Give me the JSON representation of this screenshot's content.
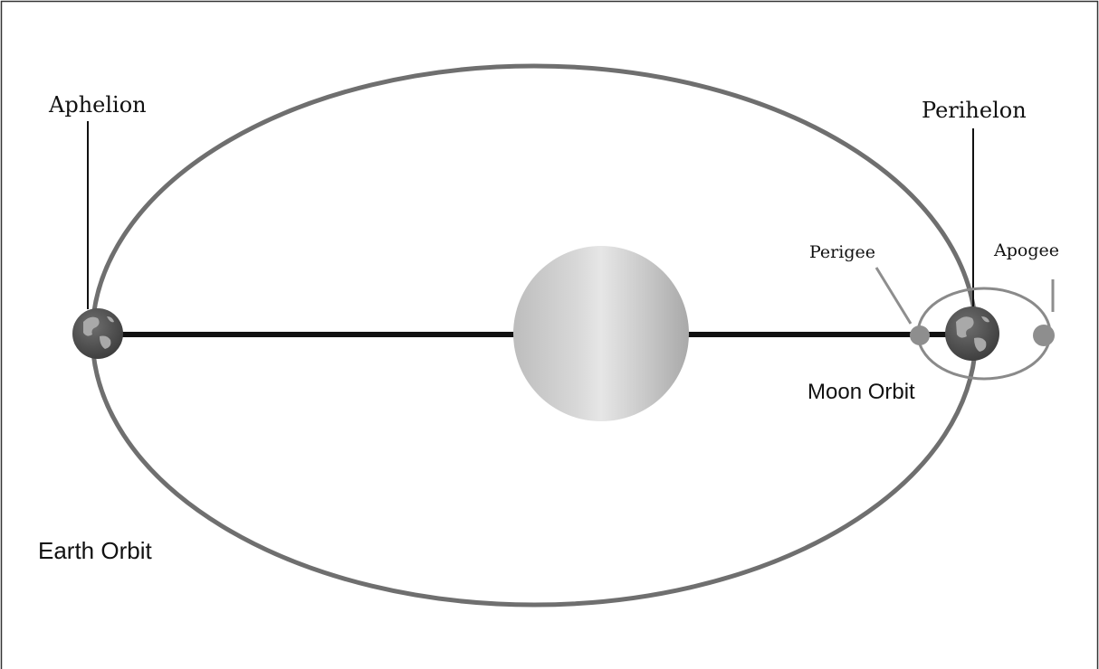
{
  "labels": {
    "aphelion": "Aphelion",
    "perihelion": "Perihelon",
    "perigee": "Perigee",
    "apogee": "Apogee",
    "moon_orbit": "Moon Orbit",
    "earth_orbit": "Earth Orbit"
  },
  "colors": {
    "background": "#ffffff",
    "frame_border": "#333333",
    "orbit_stroke": "#6f6f6f",
    "axis_line": "#111111",
    "sun_light": "#dcdcdc",
    "sun_dark": "#9a9a9a",
    "earth_ocean": "#5c5c5c",
    "earth_land": "#a9a9a9",
    "moon": "#8e8e8e"
  },
  "icons": {
    "sun": "sun-icon",
    "earth": "earth-icon",
    "moon": "moon-icon"
  }
}
